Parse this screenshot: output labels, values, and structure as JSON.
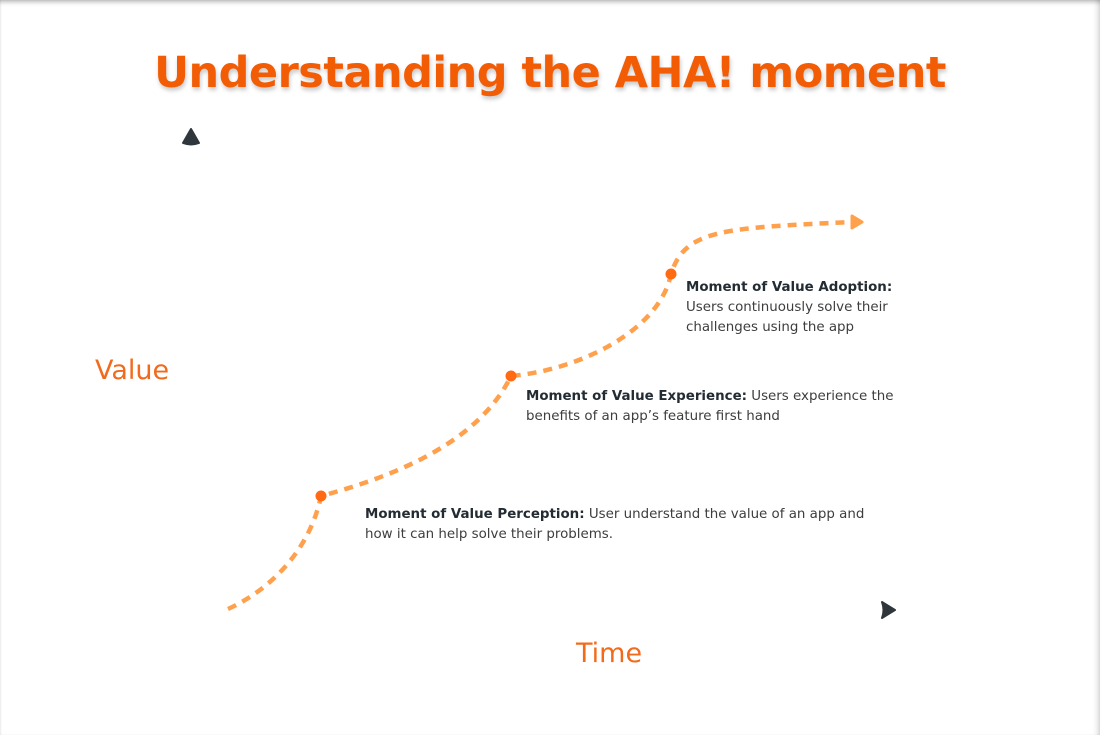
{
  "title": "Understanding the AHA! moment",
  "axes": {
    "y_label": "Value",
    "x_label": "Time"
  },
  "colors": {
    "title": "#f25c05",
    "axis_label": "#f26b1d",
    "curve": "#ffa04d",
    "milestone_dot": "#ff6a13",
    "axis_line": "#2f363c",
    "annotation_bold": "#232b33",
    "annotation_text": "#3d3d3d"
  },
  "milestones": [
    {
      "heading": "Moment of Value Perception:",
      "text": " User understand the value of an app and how it can help solve their problems."
    },
    {
      "heading": "Moment of Value Experience:",
      "text": " Users experience the benefits of an app’s feature first hand"
    },
    {
      "heading": "Moment of Value Adoption:",
      "text": "Users continuously solve their challenges using the app"
    }
  ],
  "icons": {
    "y_axis_arrow": "arrow-up-icon",
    "x_axis_arrow": "arrow-right-icon",
    "curve_end_arrow": "arrow-right-icon"
  }
}
